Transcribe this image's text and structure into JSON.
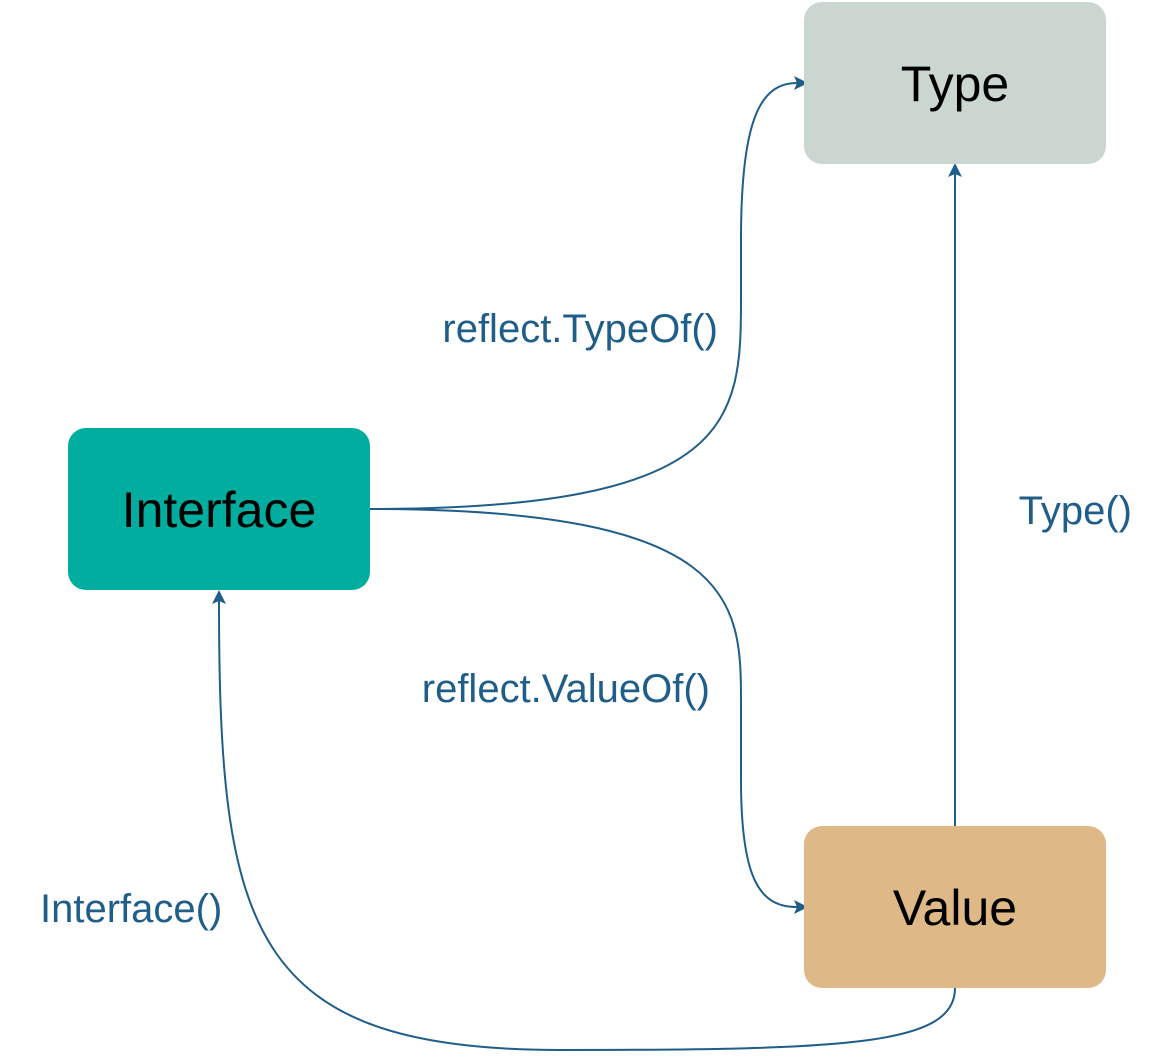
{
  "colors": {
    "interface_fill": "#00AD9E",
    "type_fill": "#CAD6CF",
    "value_fill": "#DEB887",
    "edge_color": "#205E8A",
    "label_color": "#205E8A",
    "node_text": "#000000"
  },
  "nodes": {
    "interface": {
      "label": "Interface"
    },
    "type": {
      "label": "Type"
    },
    "value": {
      "label": "Value"
    }
  },
  "edges": {
    "typeof": {
      "label": "reflect.TypeOf()"
    },
    "valueof": {
      "label": "reflect.ValueOf()"
    },
    "type_method": {
      "label": "Type()"
    },
    "interface_method": {
      "label": "Interface()"
    }
  }
}
